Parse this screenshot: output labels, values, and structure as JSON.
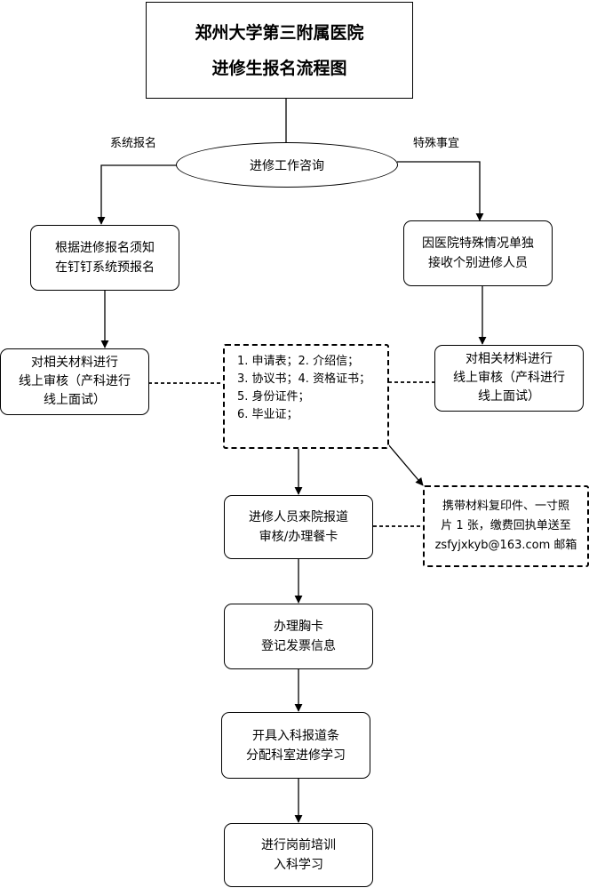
{
  "title": {
    "line1": "郑州大学第三附属医院",
    "line2": "进修生报名流程图"
  },
  "consult": "进修工作咨询",
  "branch_labels": {
    "left": "系统报名",
    "right": "特殊事宜"
  },
  "left_branch": {
    "register": [
      "根据进修报名须知",
      "在钉钉系统预报名"
    ],
    "review": [
      "对相关材料进行",
      "线上审核（产科进行",
      "线上面试）"
    ]
  },
  "right_branch": {
    "special": [
      "因医院特殊情况单独",
      "接收个别进修人员"
    ],
    "review": [
      "对相关材料进行",
      "线上审核（产科进行",
      "线上面试）"
    ]
  },
  "materials": [
    "1. 申请表；2. 介绍信；",
    "3. 协议书；4. 资格证书；",
    "5. 身份证件；",
    "6. 毕业证；"
  ],
  "note": [
    "携带材料复印件、一寸照",
    "片 1 张，缴费回执单送至",
    "zsfyjxkyb@163.com 邮箱"
  ],
  "steps": [
    [
      "进修人员来院报道",
      "审核/办理餐卡"
    ],
    [
      "办理胸卡",
      "登记发票信息"
    ],
    [
      "开具入科报道条",
      "分配科室进修学习"
    ],
    [
      "进行岗前培训",
      "入科学习"
    ]
  ]
}
